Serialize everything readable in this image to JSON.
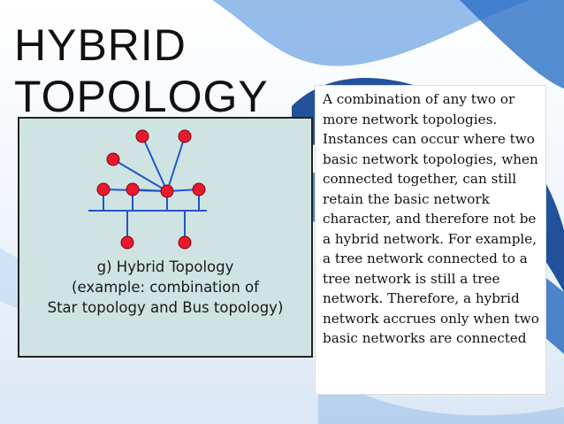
{
  "slide": {
    "title": "HYBRID TOPOLOGY",
    "description": "A combination of any two or more network topologies. Instances can occur where two basic network topologies, when connected together, can still retain the basic network character, and therefore not be a hybrid network. For example, a tree network connected to a tree network is still a tree network. Therefore, a hybrid network accrues only when two basic networks are connected"
  },
  "diagram": {
    "caption": {
      "line1": "g) Hybrid Topology",
      "line2": "(example: combination of",
      "line3": "Star topology and Bus topology)"
    },
    "colors": {
      "panel": "#cfe3e3",
      "node": "#e8192c",
      "link": "#1f56c9"
    }
  }
}
